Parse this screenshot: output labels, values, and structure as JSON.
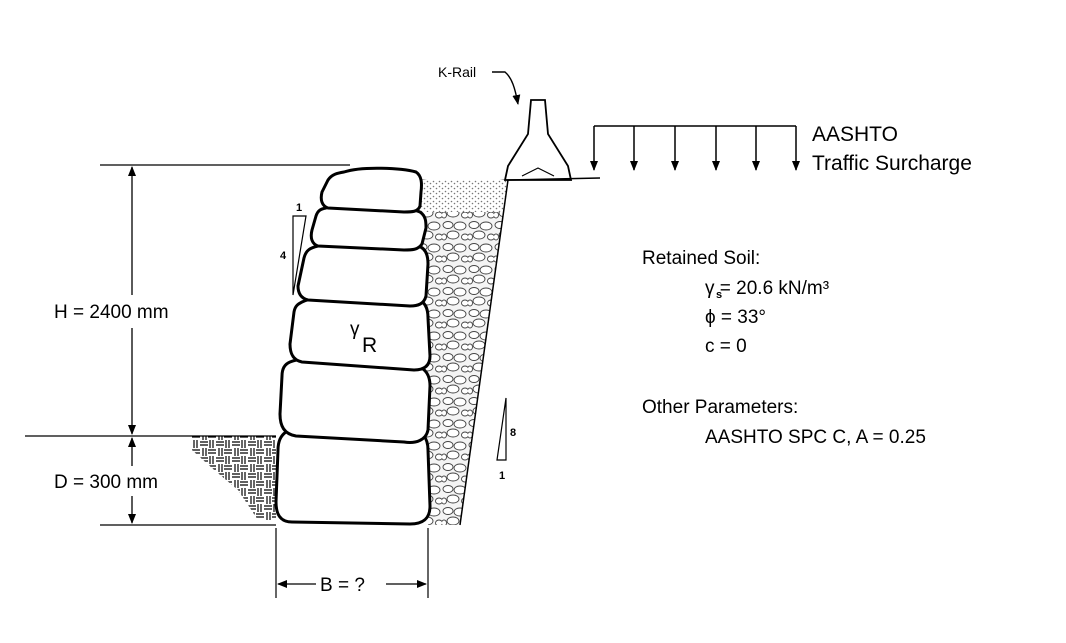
{
  "labels": {
    "k_rail": "K-Rail",
    "surcharge_line1": "AASHTO",
    "surcharge_line2": "Traffic Surcharge",
    "height": "H = 2400 mm",
    "depth": "D = 300 mm",
    "base": "B = ?",
    "rock_gamma": "γ",
    "rock_gamma_sub": "R",
    "batter_left_run": "1",
    "batter_left_rise": "4",
    "batter_right_rise": "8",
    "batter_right_run": "1"
  },
  "retained_soil": {
    "title": "Retained Soil:",
    "unit_weight": "γ  = 20.6 kN/m³",
    "unit_weight_sub": "s",
    "friction_angle": "ϕ  = 33°",
    "cohesion": "c = 0"
  },
  "other_parameters": {
    "title": "Other Parameters:",
    "seismic": "AASHTO SPC C, A = 0.25"
  },
  "colors": {
    "line": "#000000",
    "background": "#ffffff",
    "gravel_fill": "#f2f2f2"
  }
}
